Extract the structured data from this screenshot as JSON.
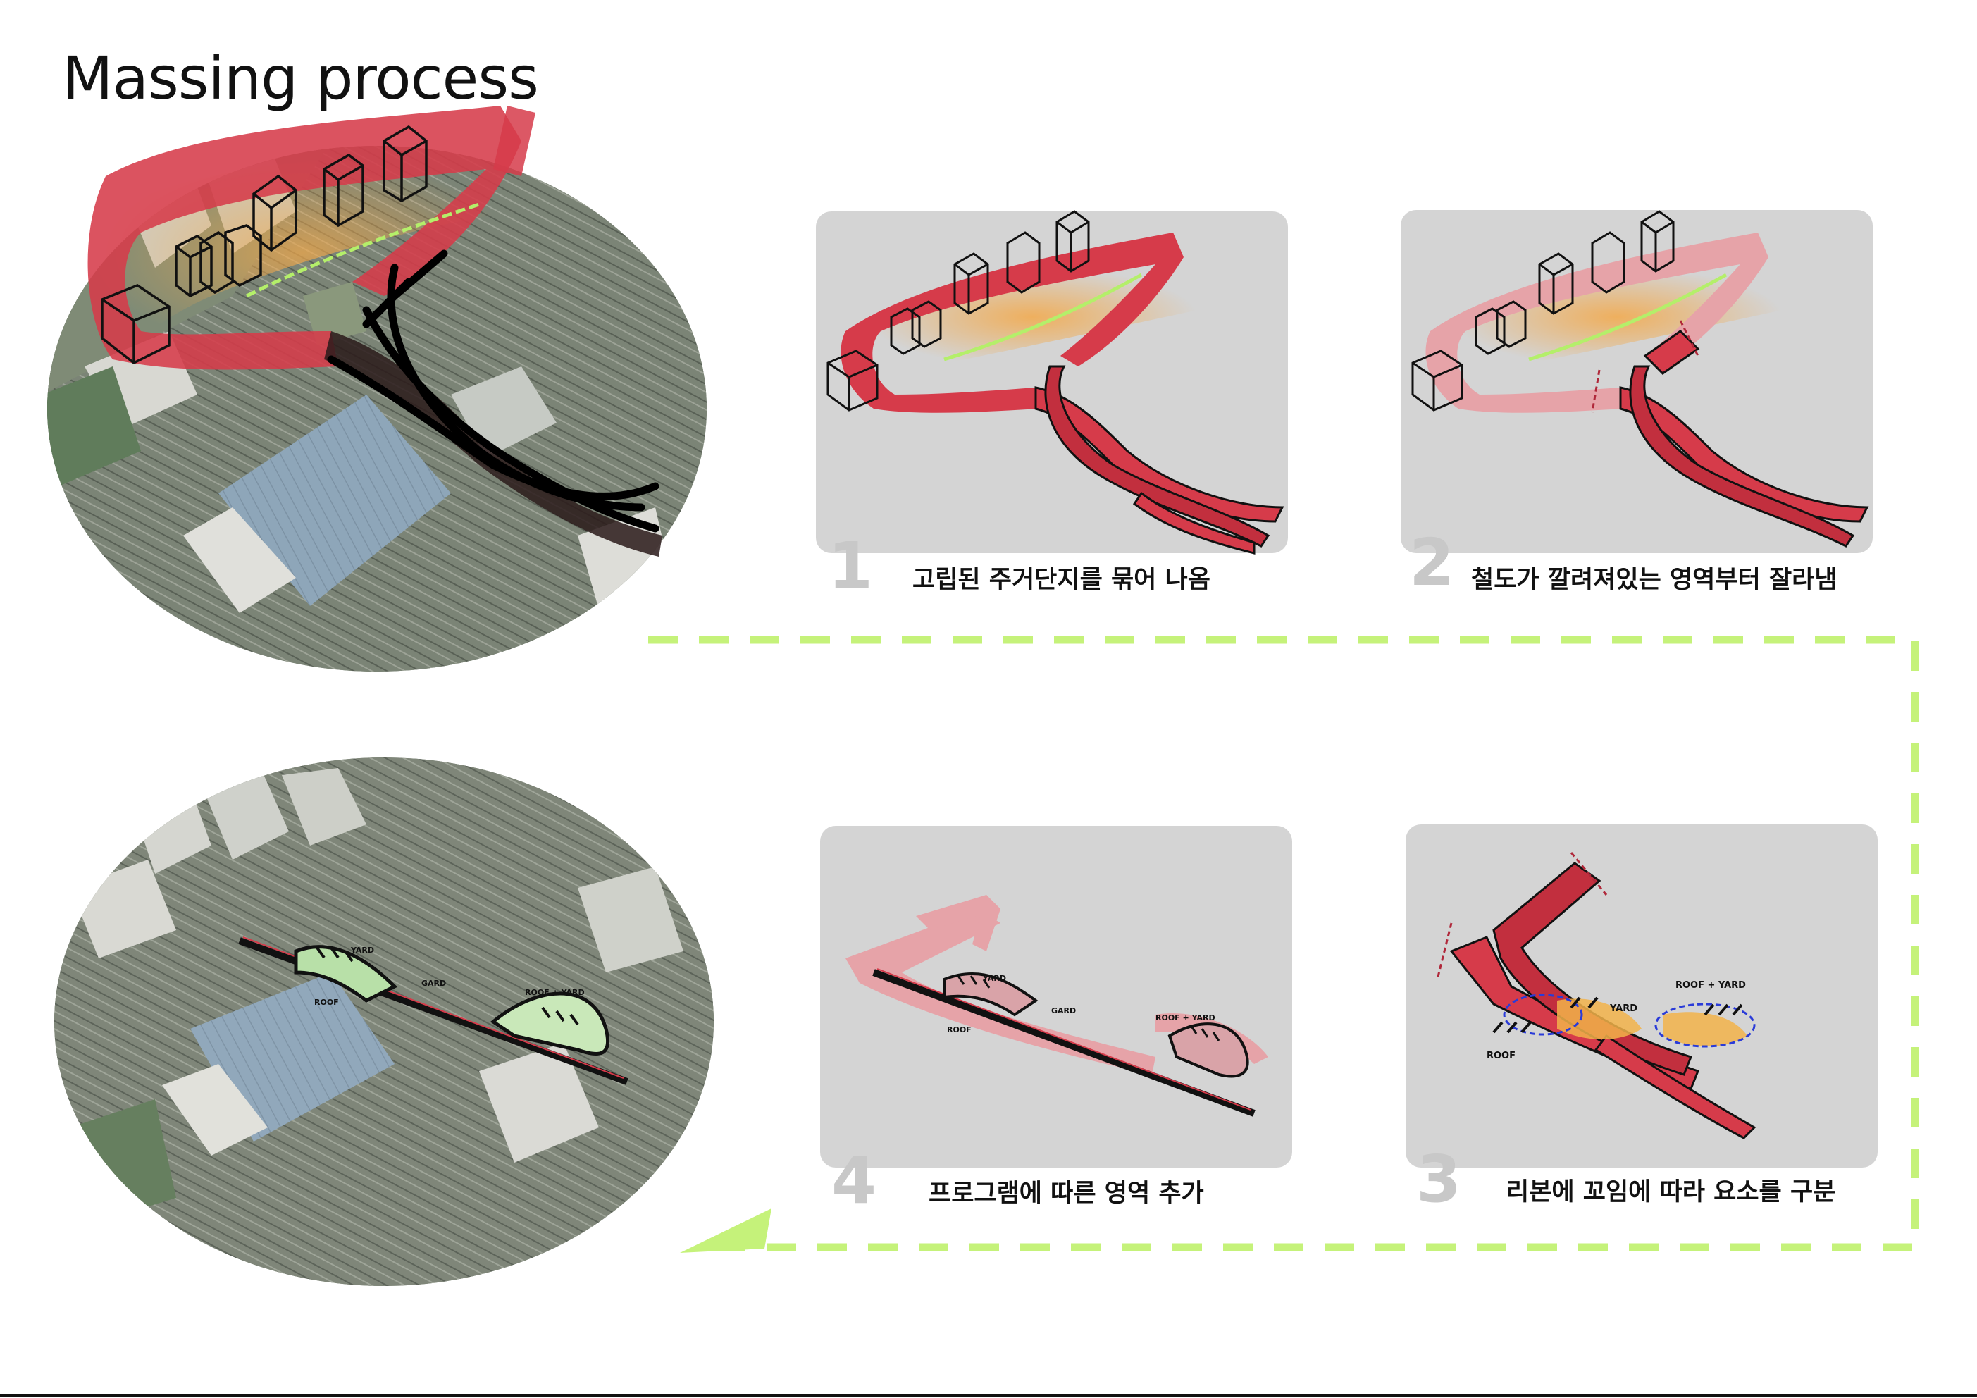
{
  "page_title": "Massing process",
  "steps": [
    {
      "number": "1",
      "caption": "고립된 주거단지를 묶어 나옴"
    },
    {
      "number": "2",
      "caption": "철도가 깔려져있는 영역부터 잘라냄"
    },
    {
      "number": "3",
      "caption": "리본에 꼬임에 따라 요소를 구분"
    },
    {
      "number": "4",
      "caption": "프로그램에 따른 영역 추가"
    }
  ],
  "program_labels": {
    "yard": "YARD",
    "roof": "ROOF",
    "gard": "GARD",
    "roof_yard": "ROOF + YARD"
  },
  "colors": {
    "ribbon": "#d63b4a",
    "ribbon_faded": "#e6a3a8",
    "highlight": "#f2b34a",
    "flow_arrow": "#c5f27a",
    "panel_bg": "#d4d4d4",
    "aerial_dark": "#5f6f5f",
    "cut_line": "#b0283a",
    "zone_outline": "#2a3bd8"
  }
}
